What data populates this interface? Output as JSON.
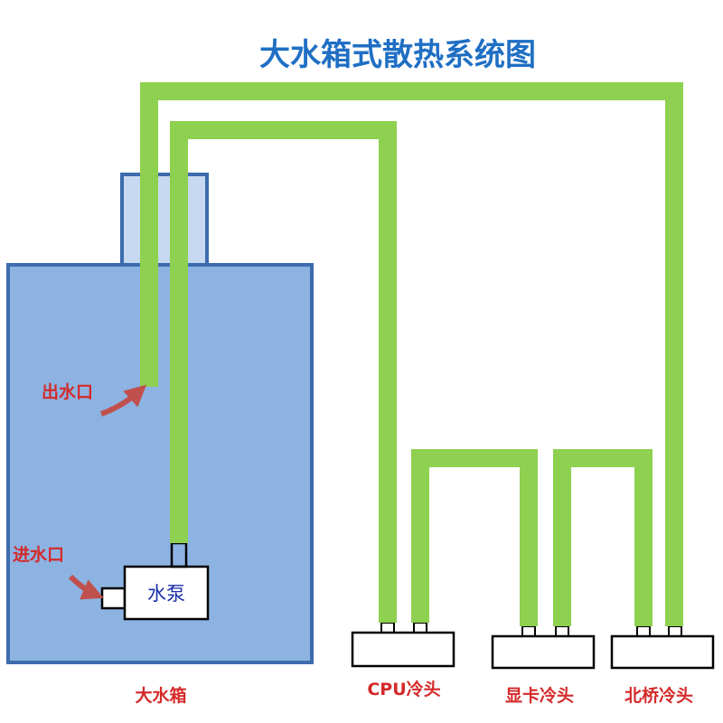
{
  "diagram": {
    "title": "大水箱式散热系统图",
    "tank_label": "大水箱",
    "outlet_label": "出水口",
    "inlet_label": "进水口",
    "pump_label": "水泵",
    "heads": [
      {
        "label": "CPU冷头"
      },
      {
        "label": "显卡冷头"
      },
      {
        "label": "北桥冷头"
      }
    ]
  },
  "colors": {
    "title": "#1f6fc4",
    "pipe": "#8ed04f",
    "tank_fill": "#8db3e2",
    "tank_neck_fill": "#c6d9f0",
    "tank_stroke": "#3c6cad",
    "label_red": "#d42a2a",
    "arrow": "#c0504d",
    "pump_text": "#1a2fa8"
  }
}
